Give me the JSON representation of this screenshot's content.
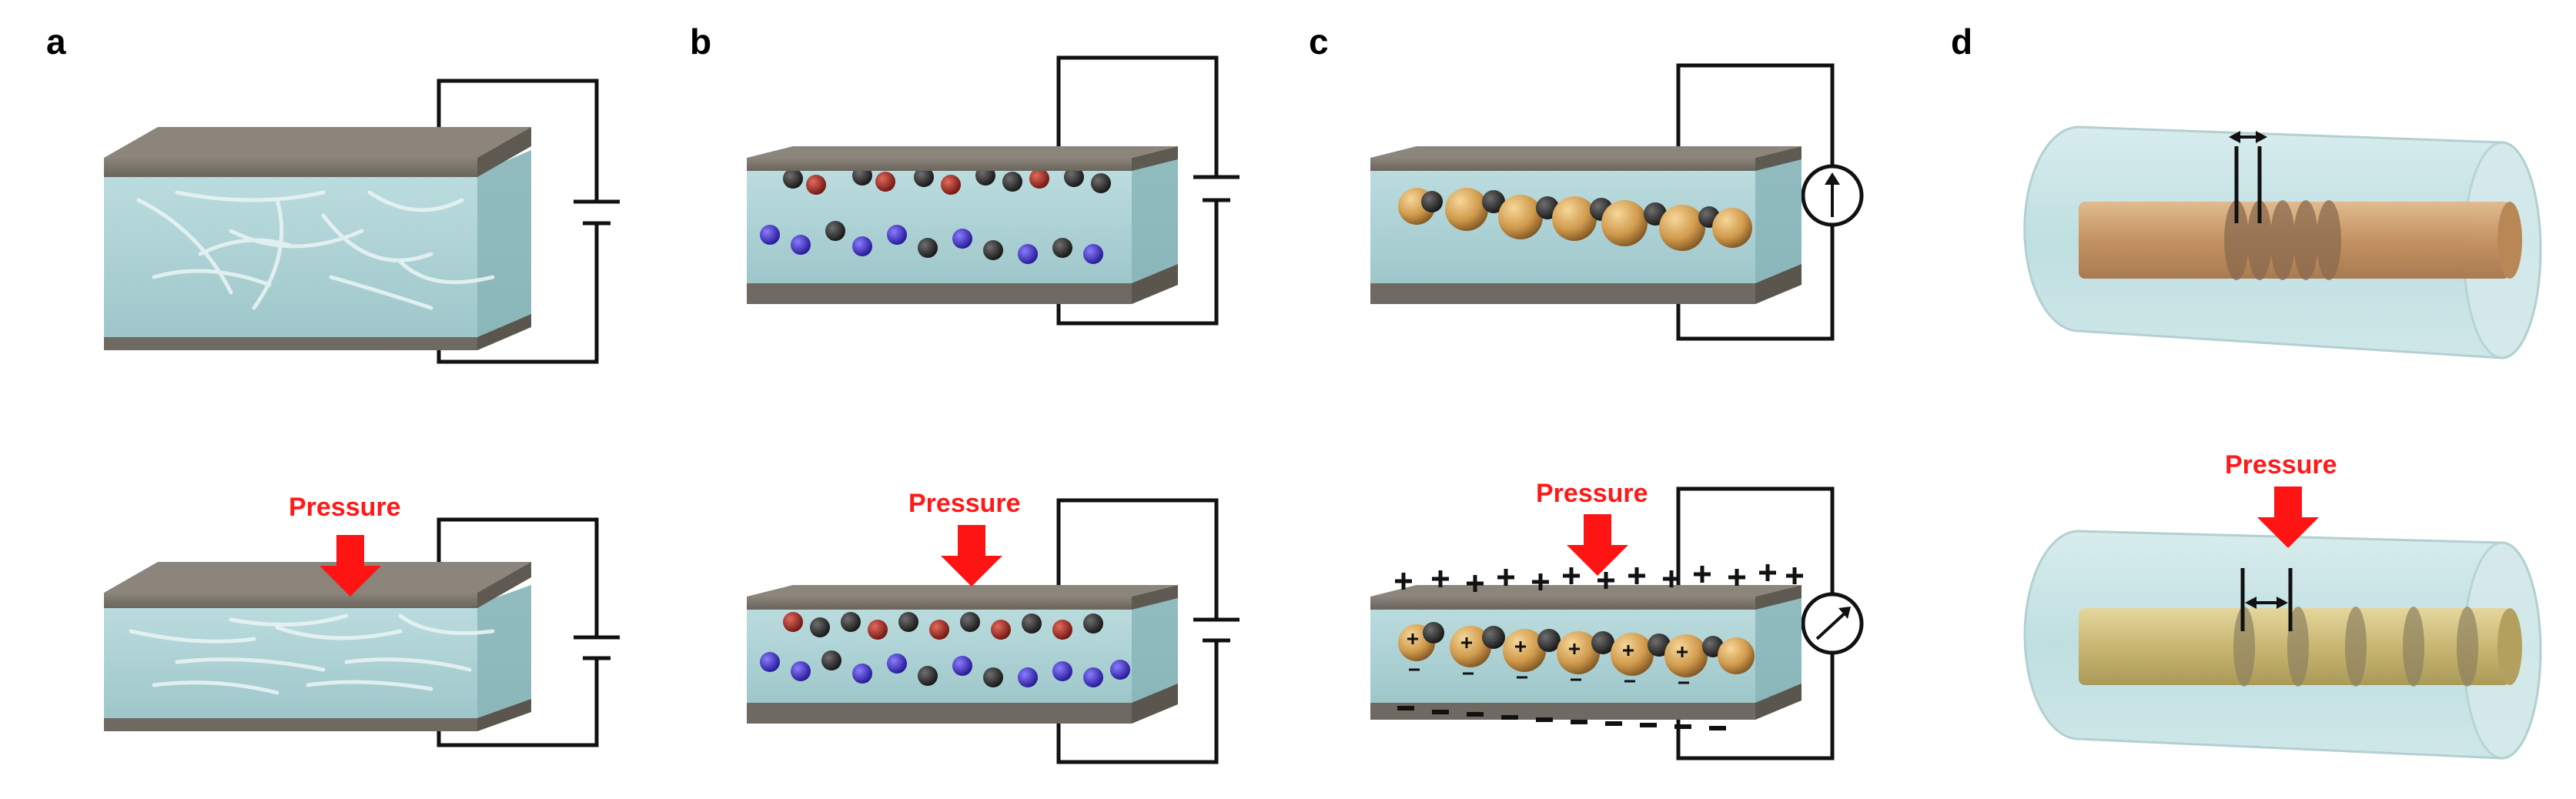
{
  "panels": [
    {
      "letter": "a"
    },
    {
      "letter": "b"
    },
    {
      "letter": "c"
    },
    {
      "letter": "d"
    }
  ],
  "pressure_label": "Pressure",
  "colors": {
    "plate": "#7c766c",
    "liquid": "#a9d0d3",
    "arrow": "#ff1414",
    "red_ion": "#a5271f",
    "blue_ion": "#3b2ccf",
    "gold_particle": "#d7a455",
    "tube": "#c9e4e6",
    "core": "#c79a68",
    "core_pressed": "#cdbd78"
  },
  "icons": [
    "battery-icon",
    "ammeter-icon",
    "voltmeter-icon",
    "pressure-arrow-icon",
    "double-arrow-icon"
  ]
}
